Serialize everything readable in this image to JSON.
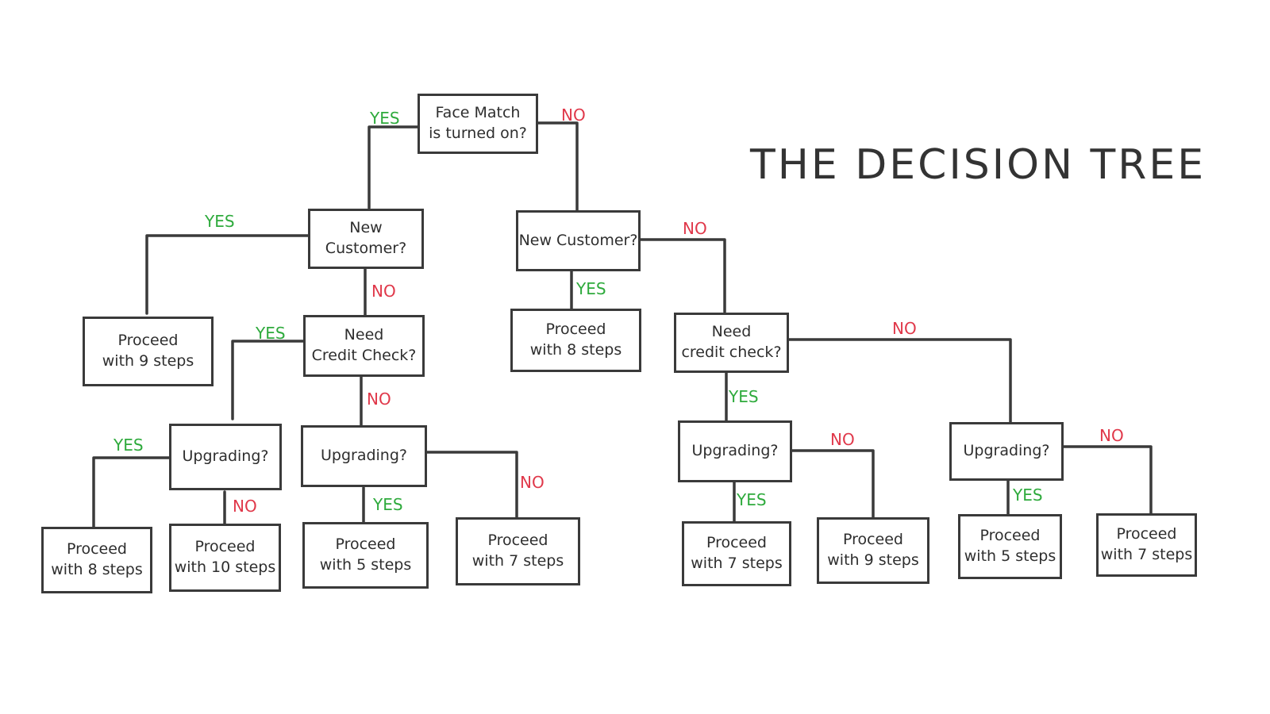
{
  "title": "THE DECISION TREE",
  "colors": {
    "yes": "#2eaa3c",
    "no": "#e0384a",
    "ink": "#3a3a3a"
  },
  "nodes": {
    "root": "Face Match\nis turned on?",
    "new_customer_left": "New\nCustomer?",
    "new_customer_right": "New Customer?",
    "proceed_9_a": "Proceed\nwith 9 steps",
    "need_credit_left": "Need\nCredit Check?",
    "proceed_8_a": "Proceed\nwith 8 steps",
    "need_credit_right": "Need\ncredit check?",
    "upgrading_1": "Upgrading?",
    "upgrading_2": "Upgrading?",
    "upgrading_3": "Upgrading?",
    "upgrading_4": "Upgrading?",
    "leaf_1": "Proceed\nwith 8 steps",
    "leaf_2": "Proceed\nwith 10 steps",
    "leaf_3": "Proceed\nwith 5 steps",
    "leaf_4": "Proceed\nwith 7 steps",
    "leaf_5": "Proceed\nwith 7 steps",
    "leaf_6": "Proceed\nwith 9 steps",
    "leaf_7": "Proceed\nwith 5 steps",
    "leaf_8": "Proceed\nwith 7 steps"
  },
  "edges": {
    "yes": "YES",
    "no": "NO"
  }
}
